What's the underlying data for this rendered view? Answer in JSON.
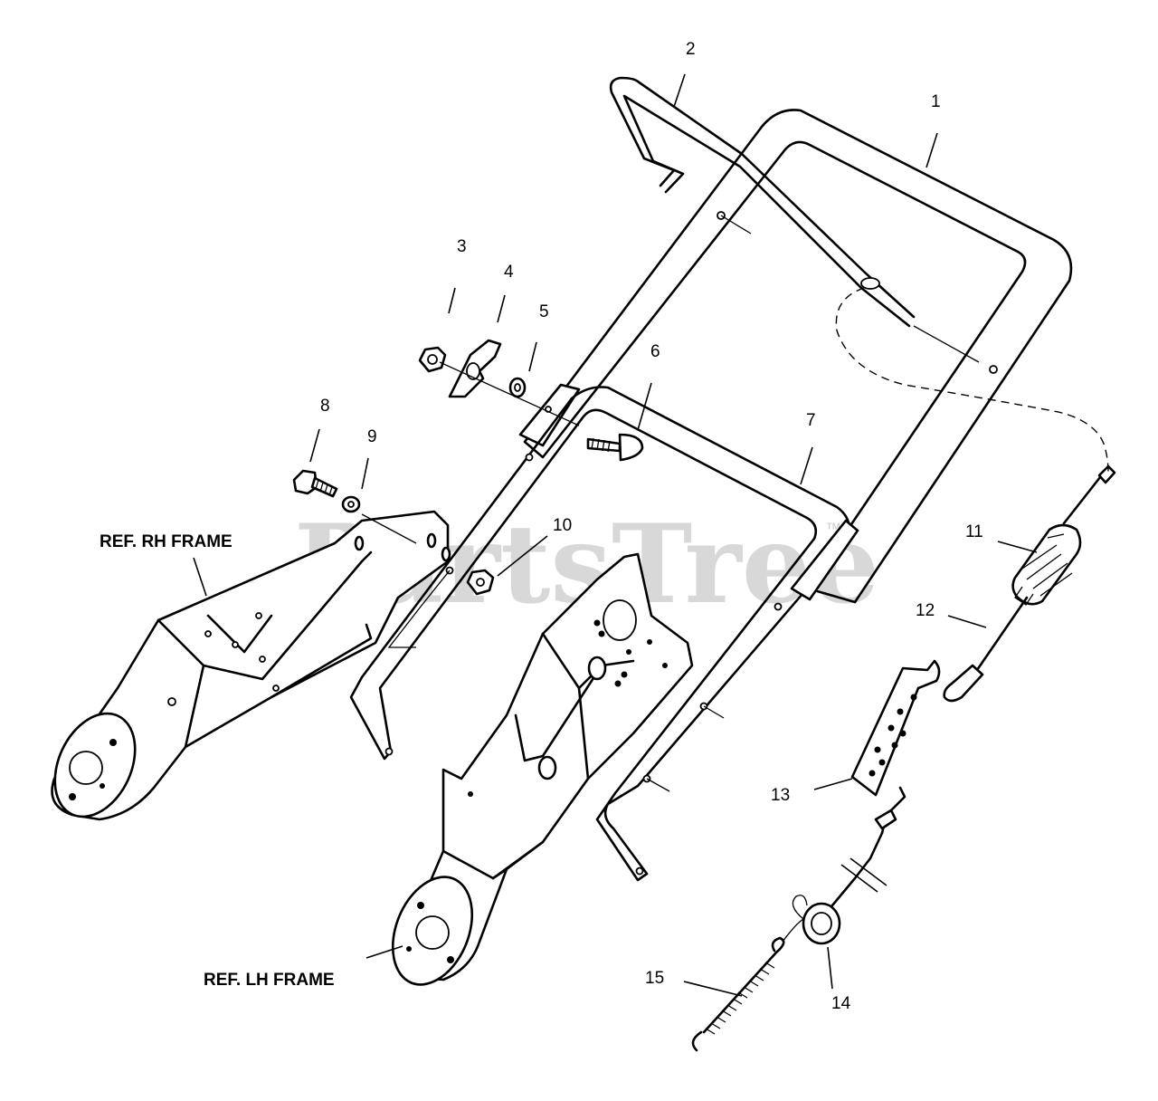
{
  "watermark": "PartsTree",
  "watermark_tm": "™",
  "ref_labels": {
    "rh_frame": "REF. RH FRAME",
    "lh_frame": "REF. LH FRAME"
  },
  "callouts": [
    {
      "id": "1",
      "text": "1"
    },
    {
      "id": "2",
      "text": "2"
    },
    {
      "id": "3",
      "text": "3"
    },
    {
      "id": "4",
      "text": "4"
    },
    {
      "id": "5",
      "text": "5"
    },
    {
      "id": "6",
      "text": "6"
    },
    {
      "id": "7",
      "text": "7"
    },
    {
      "id": "8",
      "text": "8"
    },
    {
      "id": "9",
      "text": "9"
    },
    {
      "id": "10",
      "text": "10"
    },
    {
      "id": "11",
      "text": "11"
    },
    {
      "id": "12",
      "text": "12"
    },
    {
      "id": "13",
      "text": "13"
    },
    {
      "id": "14",
      "text": "14"
    },
    {
      "id": "15",
      "text": "15"
    }
  ]
}
